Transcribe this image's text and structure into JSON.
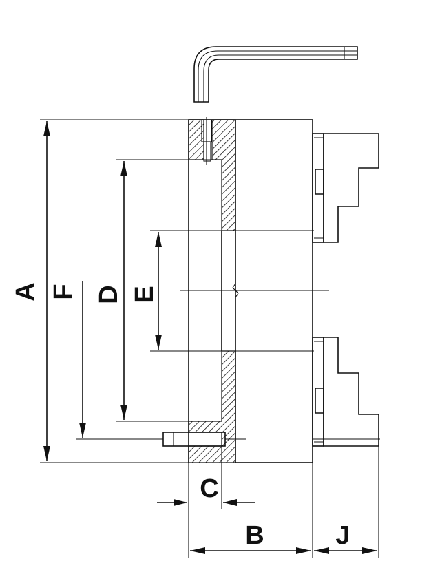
{
  "labels": {
    "a": "A",
    "b": "B",
    "c": "C",
    "d": "D",
    "e": "E",
    "f": "F",
    "j": "J"
  }
}
